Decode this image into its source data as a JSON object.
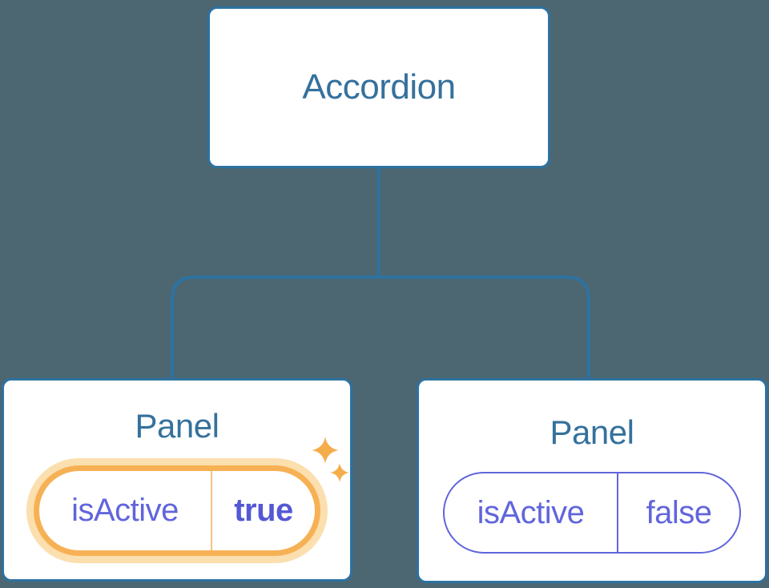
{
  "diagram": {
    "description": "Component tree with shared state",
    "root": {
      "label": "Accordion"
    },
    "panels": [
      {
        "label": "Panel",
        "state": {
          "key": "isActive",
          "value": "true"
        },
        "highlighted": true
      },
      {
        "label": "Panel",
        "state": {
          "key": "isActive",
          "value": "false"
        },
        "highlighted": false
      }
    ]
  },
  "icons": {
    "sparkles": "sparkles-icon"
  },
  "colors": {
    "background": "#4C6772",
    "node-border": "#2D72A1",
    "node-bg": "#FFFFFF",
    "title-text": "#35719C",
    "state-purple": "#6165DB",
    "state-purple-bold": "#5558D4",
    "highlight-orange": "#F7B155",
    "highlight-glow": "#FBDFAE",
    "divider-orange": "#F6C385",
    "sparkle-orange": "#F5AD4B"
  }
}
